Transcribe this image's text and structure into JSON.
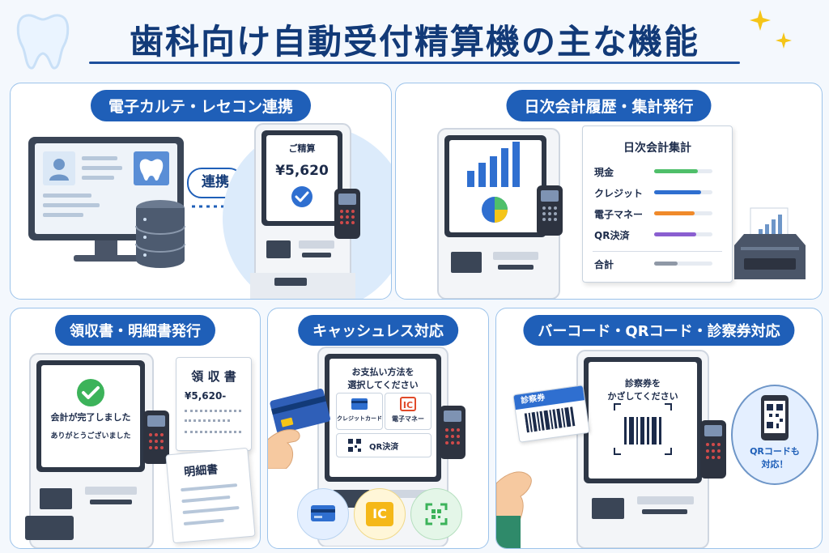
{
  "title": "歯科向け自動受付精算機の主な機能",
  "panels": {
    "p1": {
      "heading": "電子カルテ・レセコン連携",
      "link_label": "連携",
      "screen_header": "ご精算",
      "amount": "¥5,620"
    },
    "p2": {
      "heading": "日次会計履歴・集計発行",
      "report_title": "日次会計集計",
      "rows": [
        {
          "label": "現金",
          "color": "#4fbf6a",
          "level": 0.75
        },
        {
          "label": "クレジット",
          "color": "#2f6fd0",
          "level": 0.8
        },
        {
          "label": "電子マネー",
          "color": "#f08a2a",
          "level": 0.7
        },
        {
          "label": "QR決済",
          "color": "#8a5fd0",
          "level": 0.72
        },
        {
          "label": "合計",
          "color": "#8f98a6",
          "level": 0.4
        }
      ]
    },
    "p3": {
      "heading": "領収書・明細書発行",
      "screen_line1": "会計が完了しました",
      "screen_line2": "ありがとうございました",
      "receipt_title": "領 収 書",
      "receipt_amount": "¥5,620-",
      "statement_title": "明細書"
    },
    "p4": {
      "heading": "キャッシュレス対応",
      "screen_line1": "お支払い方法を",
      "screen_line2": "選択してください",
      "option_credit": "クレジットカード",
      "option_emoney": "電子マネー",
      "option_qr": "QR決済",
      "ic_badge": "IC"
    },
    "p5": {
      "heading": "バーコード・QRコード・診察券対応",
      "screen_line1": "診察券を",
      "screen_line2": "かざしてください",
      "card_label": "診察券",
      "phone_caption1": "QRコードも",
      "phone_caption2": "対応！"
    }
  },
  "colors": {
    "primary": "#1f5fb8",
    "title": "#123a78",
    "check": "#3cb35a",
    "panel_border": "#9cc3ea"
  }
}
